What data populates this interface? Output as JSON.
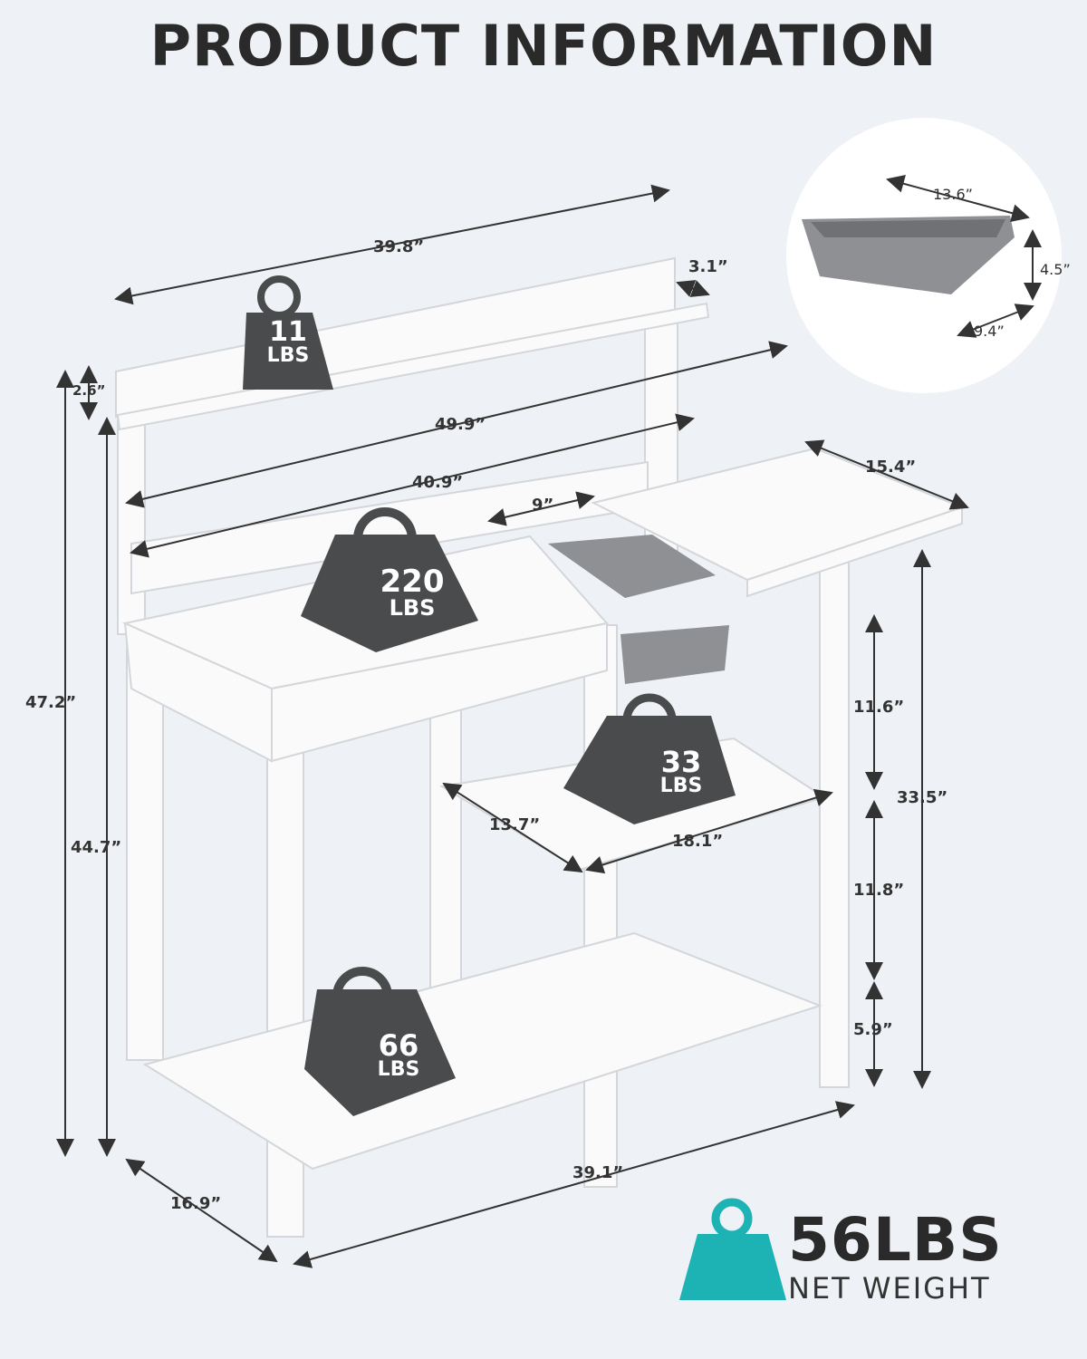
{
  "title": "PRODUCT INFORMATION",
  "colors": {
    "background": "#eef1f5",
    "weight_icon": "#4a4b4d",
    "net_weight_icon": "#1db2b4",
    "bench": "#fafafa",
    "sink": "#8e9093"
  },
  "dimensions": {
    "top_width": "39.8”",
    "backboard_depth": "3.1”",
    "shelf_height": "2.6”",
    "overall_width": "49.9”",
    "table_width": "40.9”",
    "sink_gap": "9”",
    "side_table_depth": "15.4”",
    "overall_height": "47.2”",
    "back_height": "44.7”",
    "upper_clearance": "11.6”",
    "table_height": "33.5”",
    "middle_clearance": "11.8”",
    "bottom_clearance": "5.9”",
    "middle_shelf_depth": "13.7”",
    "middle_shelf_width": "18.1”",
    "bottom_width": "39.1”",
    "bottom_depth": "16.9”"
  },
  "sink": {
    "length": "13.6”",
    "height": "4.5”",
    "width": "9.4”"
  },
  "weights": [
    {
      "value": "11",
      "unit": "LBS"
    },
    {
      "value": "220",
      "unit": "LBS"
    },
    {
      "value": "33",
      "unit": "LBS"
    },
    {
      "value": "66",
      "unit": "LBS"
    }
  ],
  "net_weight": {
    "value": "56LBS",
    "label": "NET WEIGHT"
  }
}
